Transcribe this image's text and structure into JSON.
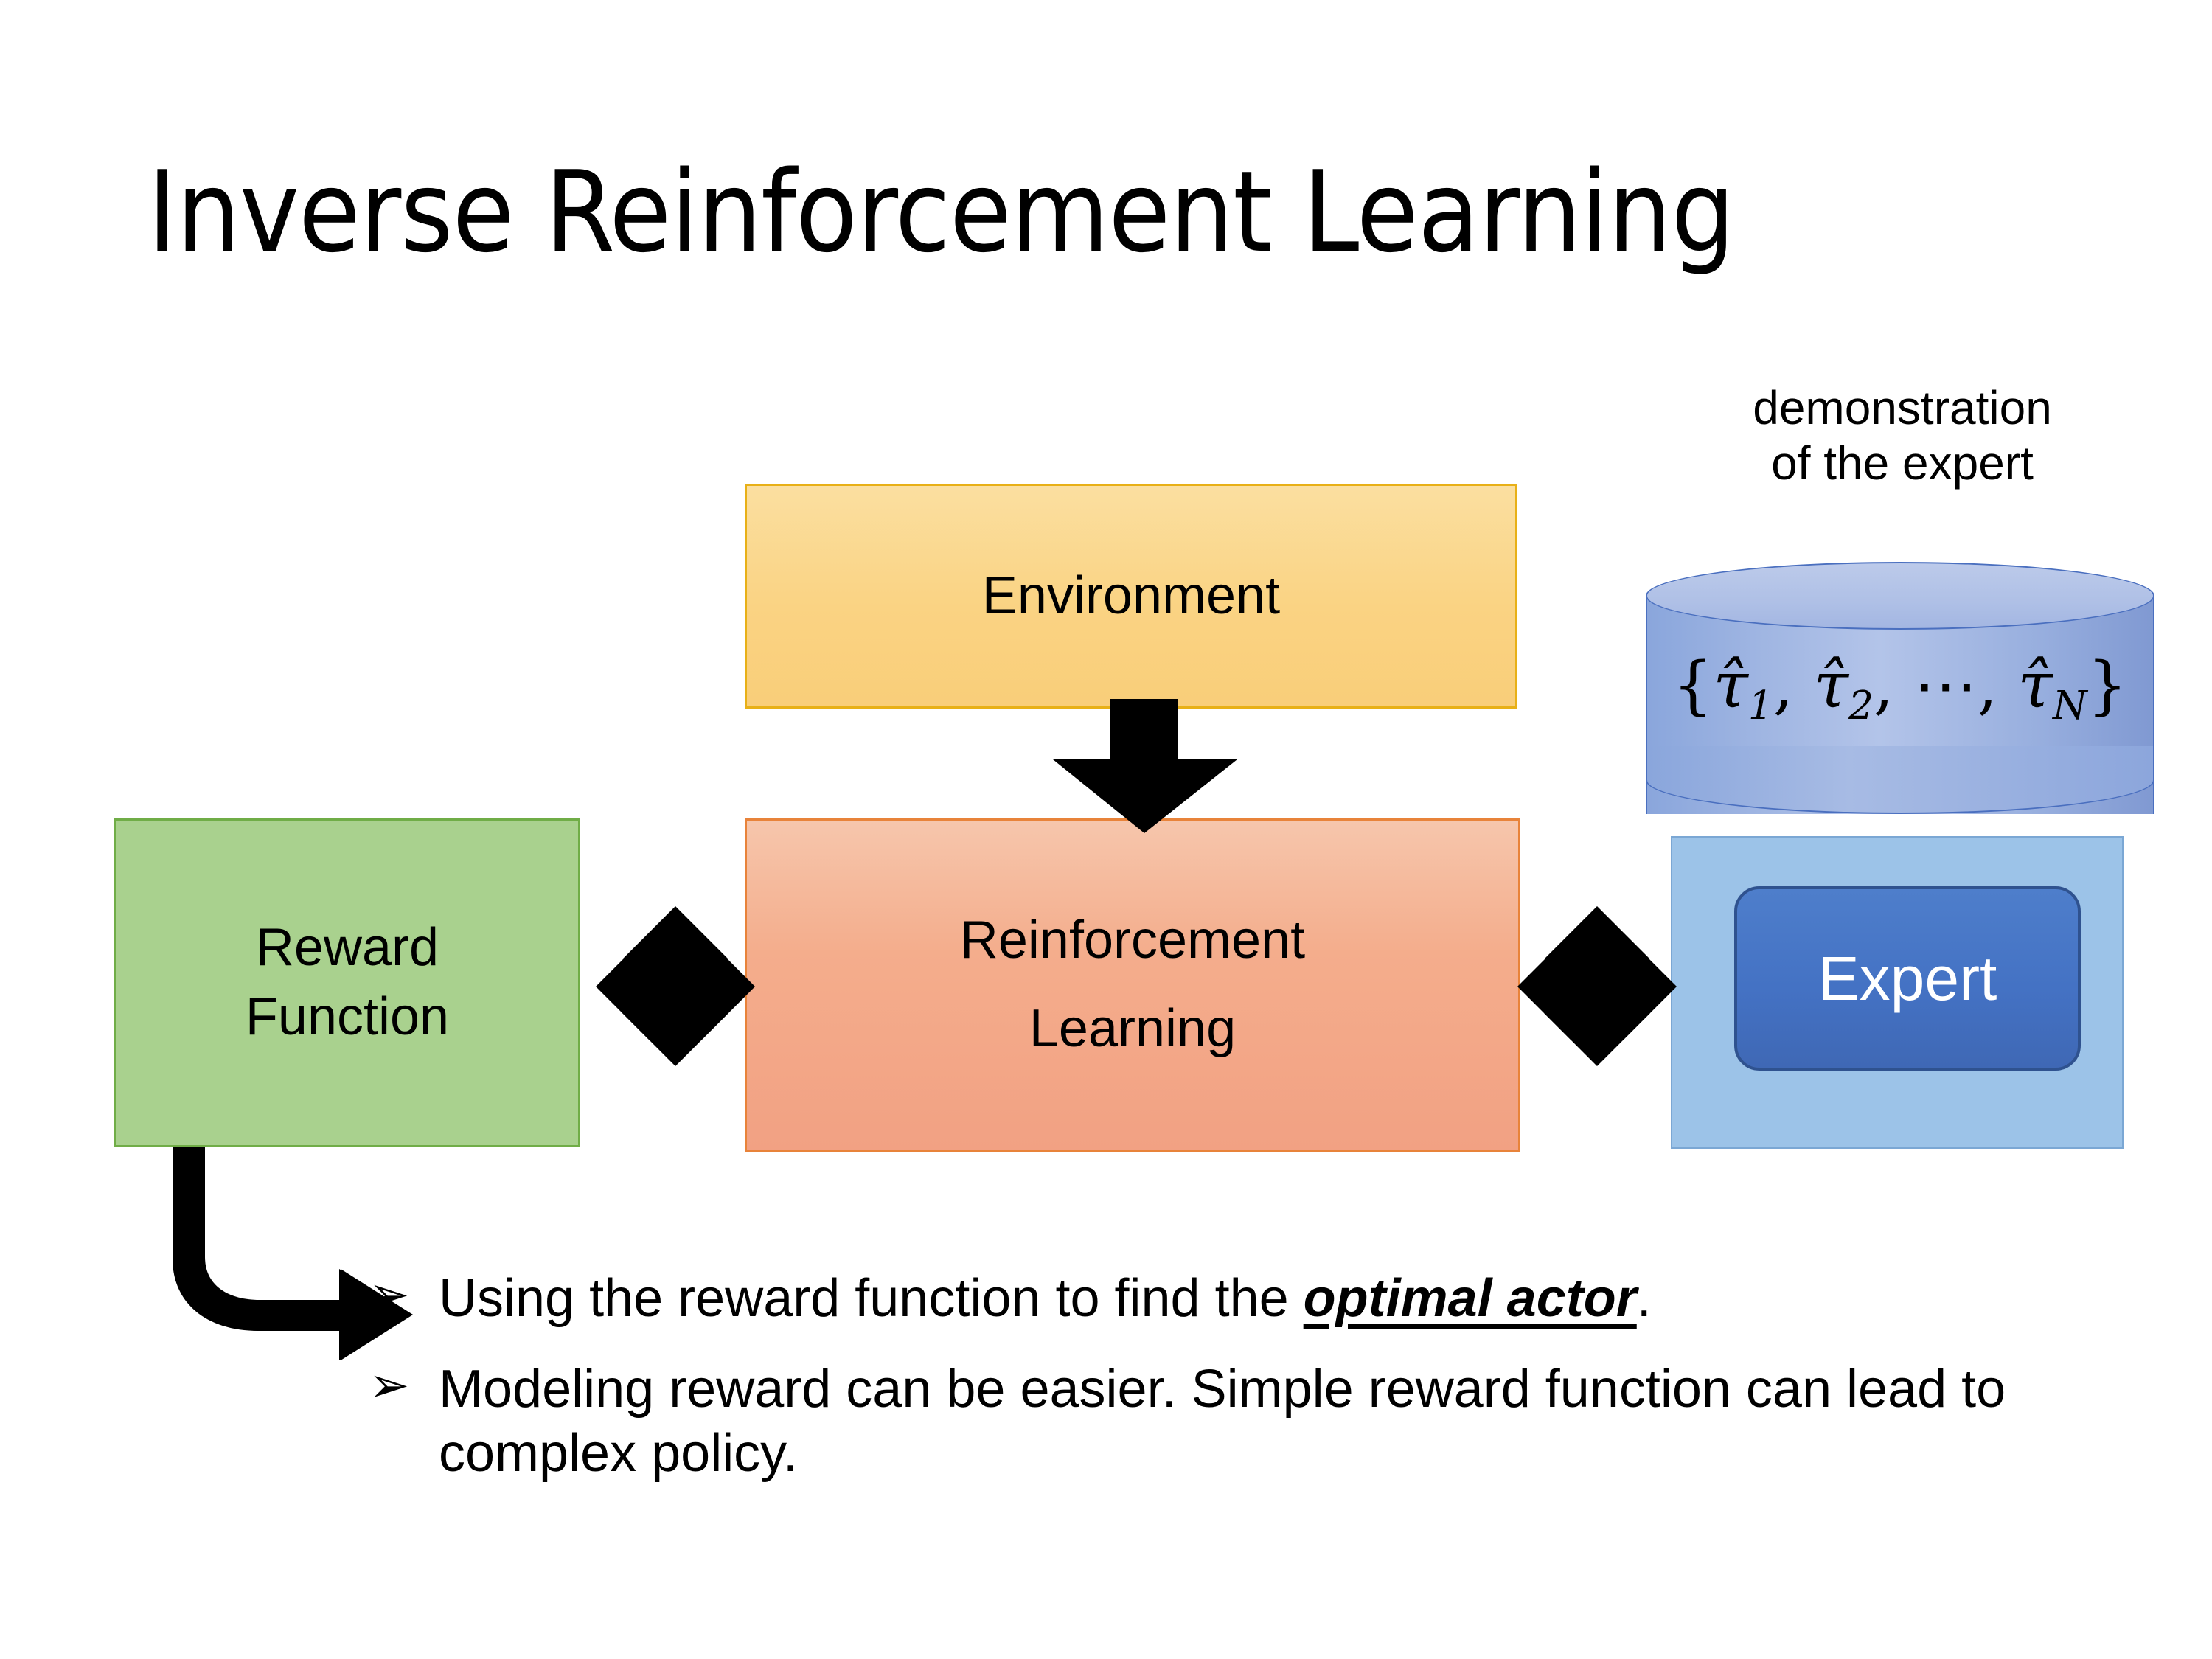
{
  "slide": {
    "title": "Inverse Reinforcement Learning",
    "background_color": "#FFFFFF"
  },
  "diagram": {
    "nodes": [
      {
        "id": "environment",
        "label": "Environment",
        "fill_color": "#FAD383",
        "border_color": "#E8B017"
      },
      {
        "id": "reinforcement-learning",
        "label_line1": "Reinforcement",
        "label_line2": "Learning",
        "fill_color": "#F4AD8C",
        "border_color": "#E8833A"
      },
      {
        "id": "reward-function",
        "label_line1": "Reward",
        "label_line2": "Function",
        "fill_color": "#A9D18E",
        "border_color": "#70AD47"
      },
      {
        "id": "expert",
        "label": "Expert",
        "fill_color": "#4472C4",
        "border_color": "#2F528F",
        "text_color": "#FFFFFF"
      }
    ],
    "expert_backplate": {
      "fill_color": "#9CC3E8"
    },
    "database": {
      "caption_line1": "demonstration",
      "caption_line2": "of the expert",
      "content_open_brace": "{",
      "content_tau1": "τ̂",
      "content_sub1": "1",
      "content_sep1": ", ",
      "content_tau2": "τ̂",
      "content_sub2": "2",
      "content_sep2": ", ",
      "content_ellipsis": "⋯",
      "content_sep3": ", ",
      "content_tauN": "τ̂",
      "content_subN": "N",
      "content_close_brace": "}",
      "fill_color": "#9FB5E2",
      "border_color": "#4A6FBF"
    },
    "connectors": [
      {
        "id": "env-to-rl",
        "type": "down-arrow",
        "color": "#000000"
      },
      {
        "id": "reward-rl-link",
        "type": "four-way-arrow",
        "color": "#000000"
      },
      {
        "id": "rl-expert-link",
        "type": "four-way-arrow",
        "color": "#000000"
      },
      {
        "id": "reward-to-notes",
        "type": "bent-arrow",
        "color": "#000000"
      }
    ]
  },
  "bullets": {
    "marker": "➢",
    "items": [
      {
        "prefix": "Using the reward function to find the ",
        "emphasis": "optimal actor",
        "suffix": "."
      },
      {
        "prefix": "Modeling reward can be easier. Simple reward function can lead to complex policy.",
        "emphasis": "",
        "suffix": ""
      }
    ]
  }
}
